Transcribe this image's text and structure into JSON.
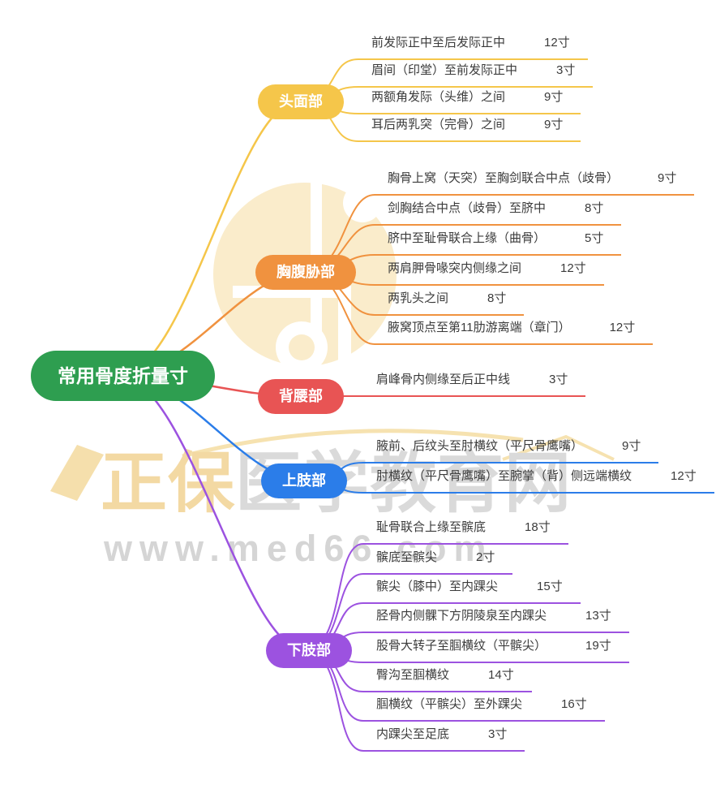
{
  "title": "常用骨度折量寸",
  "central": {
    "label": "常用骨度折量寸",
    "color": "#2E9E50"
  },
  "branches": [
    {
      "label": "头面部",
      "color": "#F5C64A",
      "items": [
        {
          "label": "前发际正中至后发际正中",
          "value": "12寸"
        },
        {
          "label": "眉间（印堂）至前发际正中",
          "value": "3寸"
        },
        {
          "label": "两额角发际（头维）之间",
          "value": "9寸"
        },
        {
          "label": "耳后两乳突（完骨）之间",
          "value": "9寸"
        }
      ]
    },
    {
      "label": "胸腹胁部",
      "color": "#F0923F",
      "items": [
        {
          "label": "胸骨上窝（天突）至胸剑联合中点（歧骨）",
          "value": "9寸"
        },
        {
          "label": "剑胸结合中点（歧骨）至脐中",
          "value": "8寸"
        },
        {
          "label": "脐中至耻骨联合上缘（曲骨）",
          "value": "5寸"
        },
        {
          "label": "两肩胛骨喙突内侧缘之间",
          "value": "12寸"
        },
        {
          "label": "两乳头之间",
          "value": "8寸"
        },
        {
          "label": "腋窝顶点至第11肋游离端（章门）",
          "value": "12寸"
        }
      ]
    },
    {
      "label": "背腰部",
      "color": "#E85454",
      "items": [
        {
          "label": "肩峰骨内侧缘至后正中线",
          "value": "3寸"
        }
      ]
    },
    {
      "label": "上肢部",
      "color": "#2B7DE9",
      "items": [
        {
          "label": "腋前、后纹头至肘横纹（平尺骨鹰嘴）",
          "value": "9寸"
        },
        {
          "label": "肘横纹（平尺骨鹰嘴）至腕掌（背）侧远端横纹",
          "value": "12寸"
        }
      ]
    },
    {
      "label": "下肢部",
      "color": "#9C52E0",
      "items": [
        {
          "label": "耻骨联合上缘至髌底",
          "value": "18寸"
        },
        {
          "label": "髌底至髌尖",
          "value": "2寸"
        },
        {
          "label": "髌尖（膝中）至内踝尖",
          "value": "15寸"
        },
        {
          "label": "胫骨内侧髁下方阴陵泉至内踝尖",
          "value": "13寸"
        },
        {
          "label": "股骨大转子至腘横纹（平髌尖）",
          "value": "19寸"
        },
        {
          "label": "臀沟至腘横纹",
          "value": "14寸"
        },
        {
          "label": "腘横纹（平髌尖）至外踝尖",
          "value": "16寸"
        },
        {
          "label": "内踝尖至足底",
          "value": "3寸"
        }
      ]
    }
  ],
  "watermark": {
    "brand_highlight": "正保",
    "brand_rest": "医学教育网",
    "url": "www.med66.com",
    "logo_gold": "#FAECCB",
    "swoosh_gold": "#F6E2B0"
  }
}
